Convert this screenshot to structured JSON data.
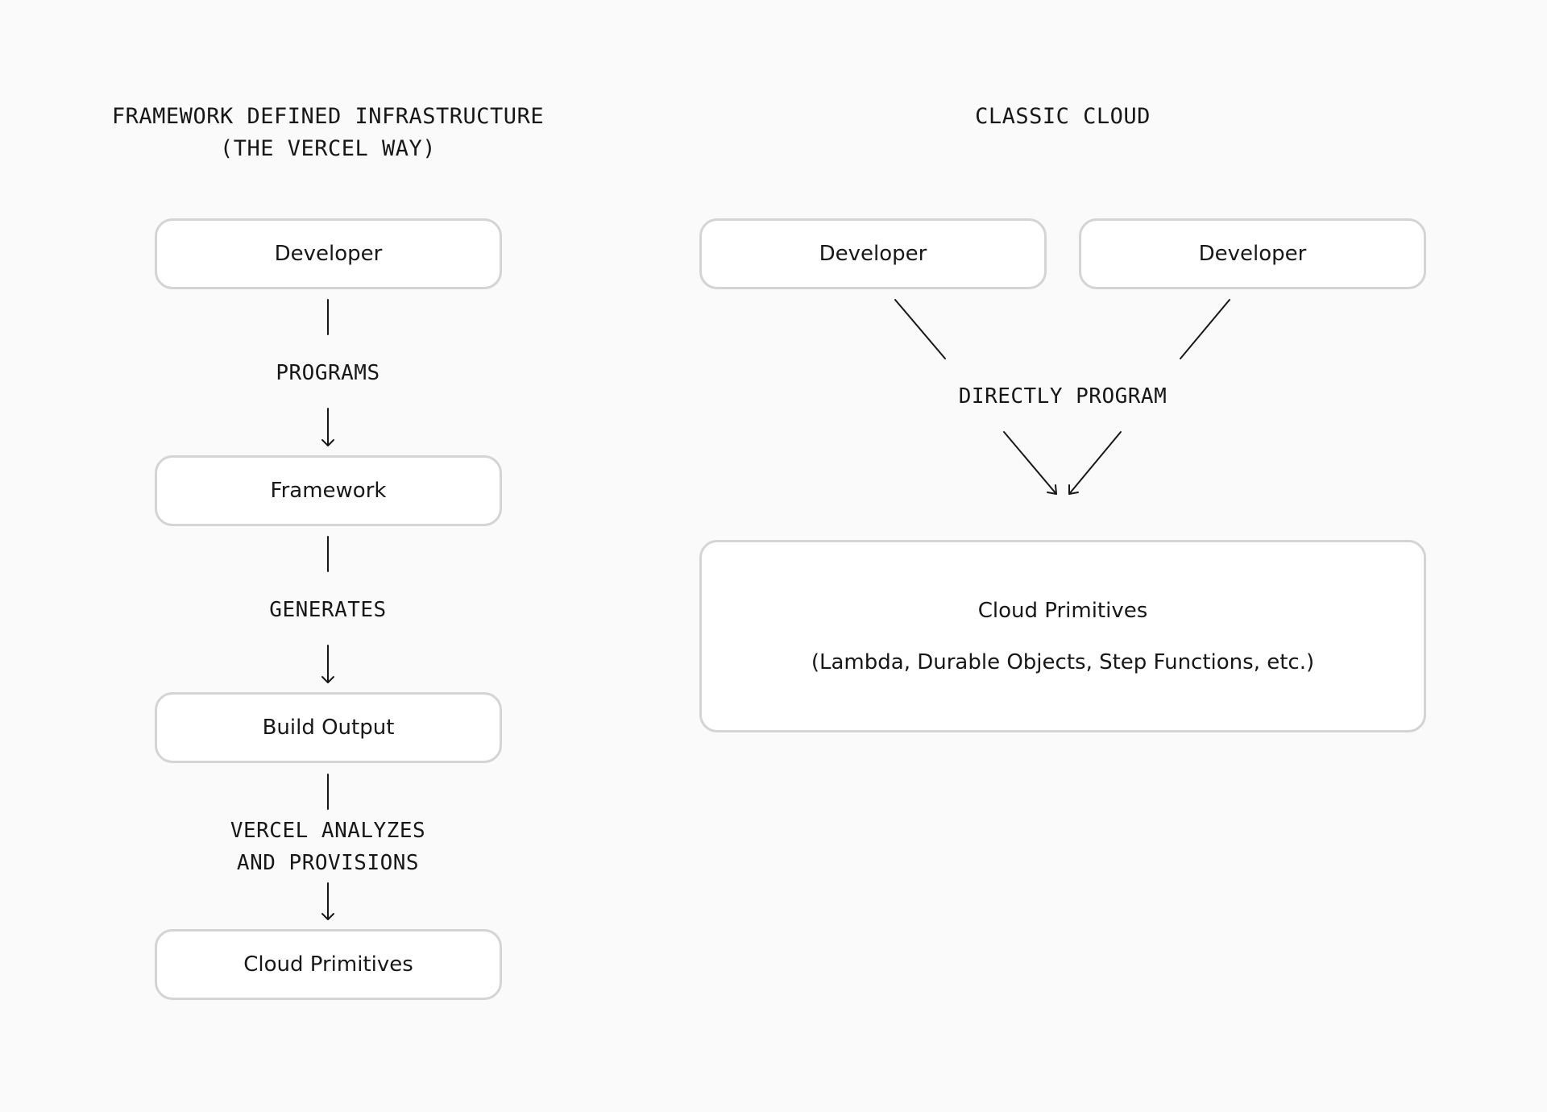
{
  "left": {
    "heading_line1": "FRAMEWORK DEFINED INFRASTRUCTURE",
    "heading_line2": "(THE VERCEL WAY)",
    "nodes": [
      "Developer",
      "Framework",
      "Build Output",
      "Cloud Primitives"
    ],
    "edges": [
      "PROGRAMS",
      "GENERATES"
    ],
    "edge3_line1": "VERCEL ANALYZES",
    "edge3_line2": "AND PROVISIONS"
  },
  "right": {
    "heading": "CLASSIC CLOUD",
    "developer_a": "Developer",
    "developer_b": "Developer",
    "edge_label": "DIRECTLY PROGRAM",
    "target_line1": "Cloud Primitives",
    "target_line2": "(Lambda, Durable Objects, Step Functions, etc.)"
  },
  "colors": {
    "background": "#fafafa",
    "box_border": "#d4d4d4",
    "box_fill": "#ffffff",
    "text": "#171717"
  }
}
